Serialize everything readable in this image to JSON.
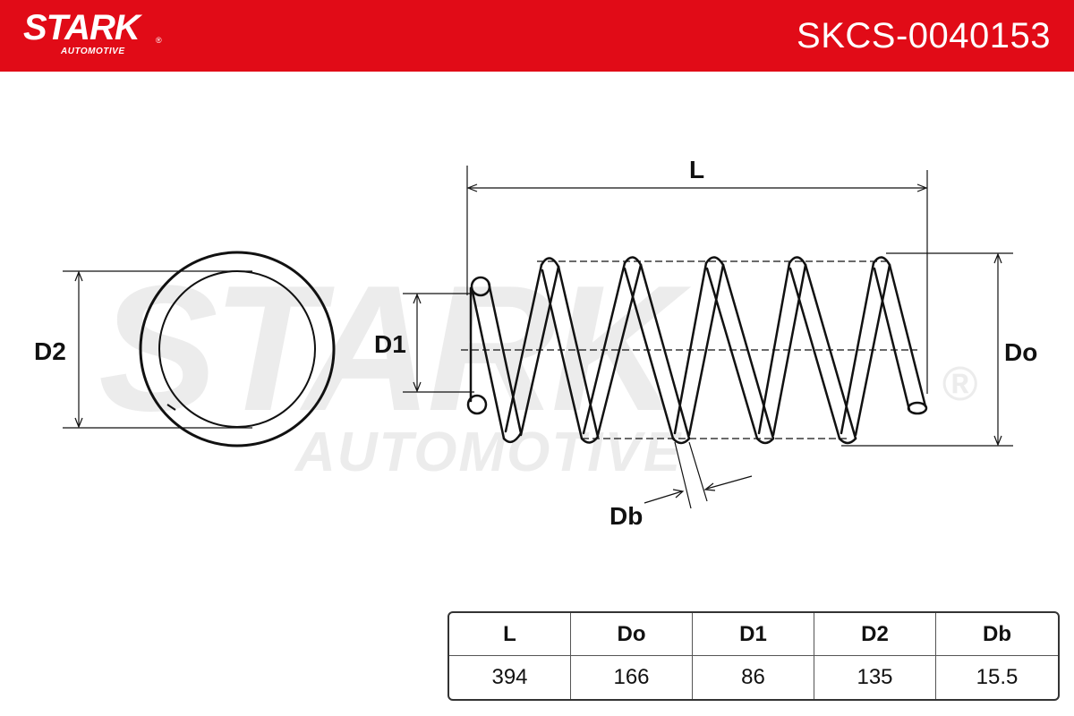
{
  "header": {
    "brand_name": "STARK",
    "brand_registered": "®",
    "brand_sub": "AUTOMOTIVE",
    "part_number": "SKCS-0040153",
    "background_color": "#e10b17"
  },
  "watermark": {
    "main": "STARK",
    "sub": "AUTOMOTIVE",
    "registered": "®"
  },
  "diagram": {
    "labels": {
      "length": "L",
      "outer_diameter": "Do",
      "inner_diameter_1": "D1",
      "inner_diameter_2": "D2",
      "wire_diameter": "Db"
    }
  },
  "specs": {
    "headers": [
      "L",
      "Do",
      "D1",
      "D2",
      "Db"
    ],
    "values": [
      "394",
      "166",
      "86",
      "135",
      "15.5"
    ]
  }
}
